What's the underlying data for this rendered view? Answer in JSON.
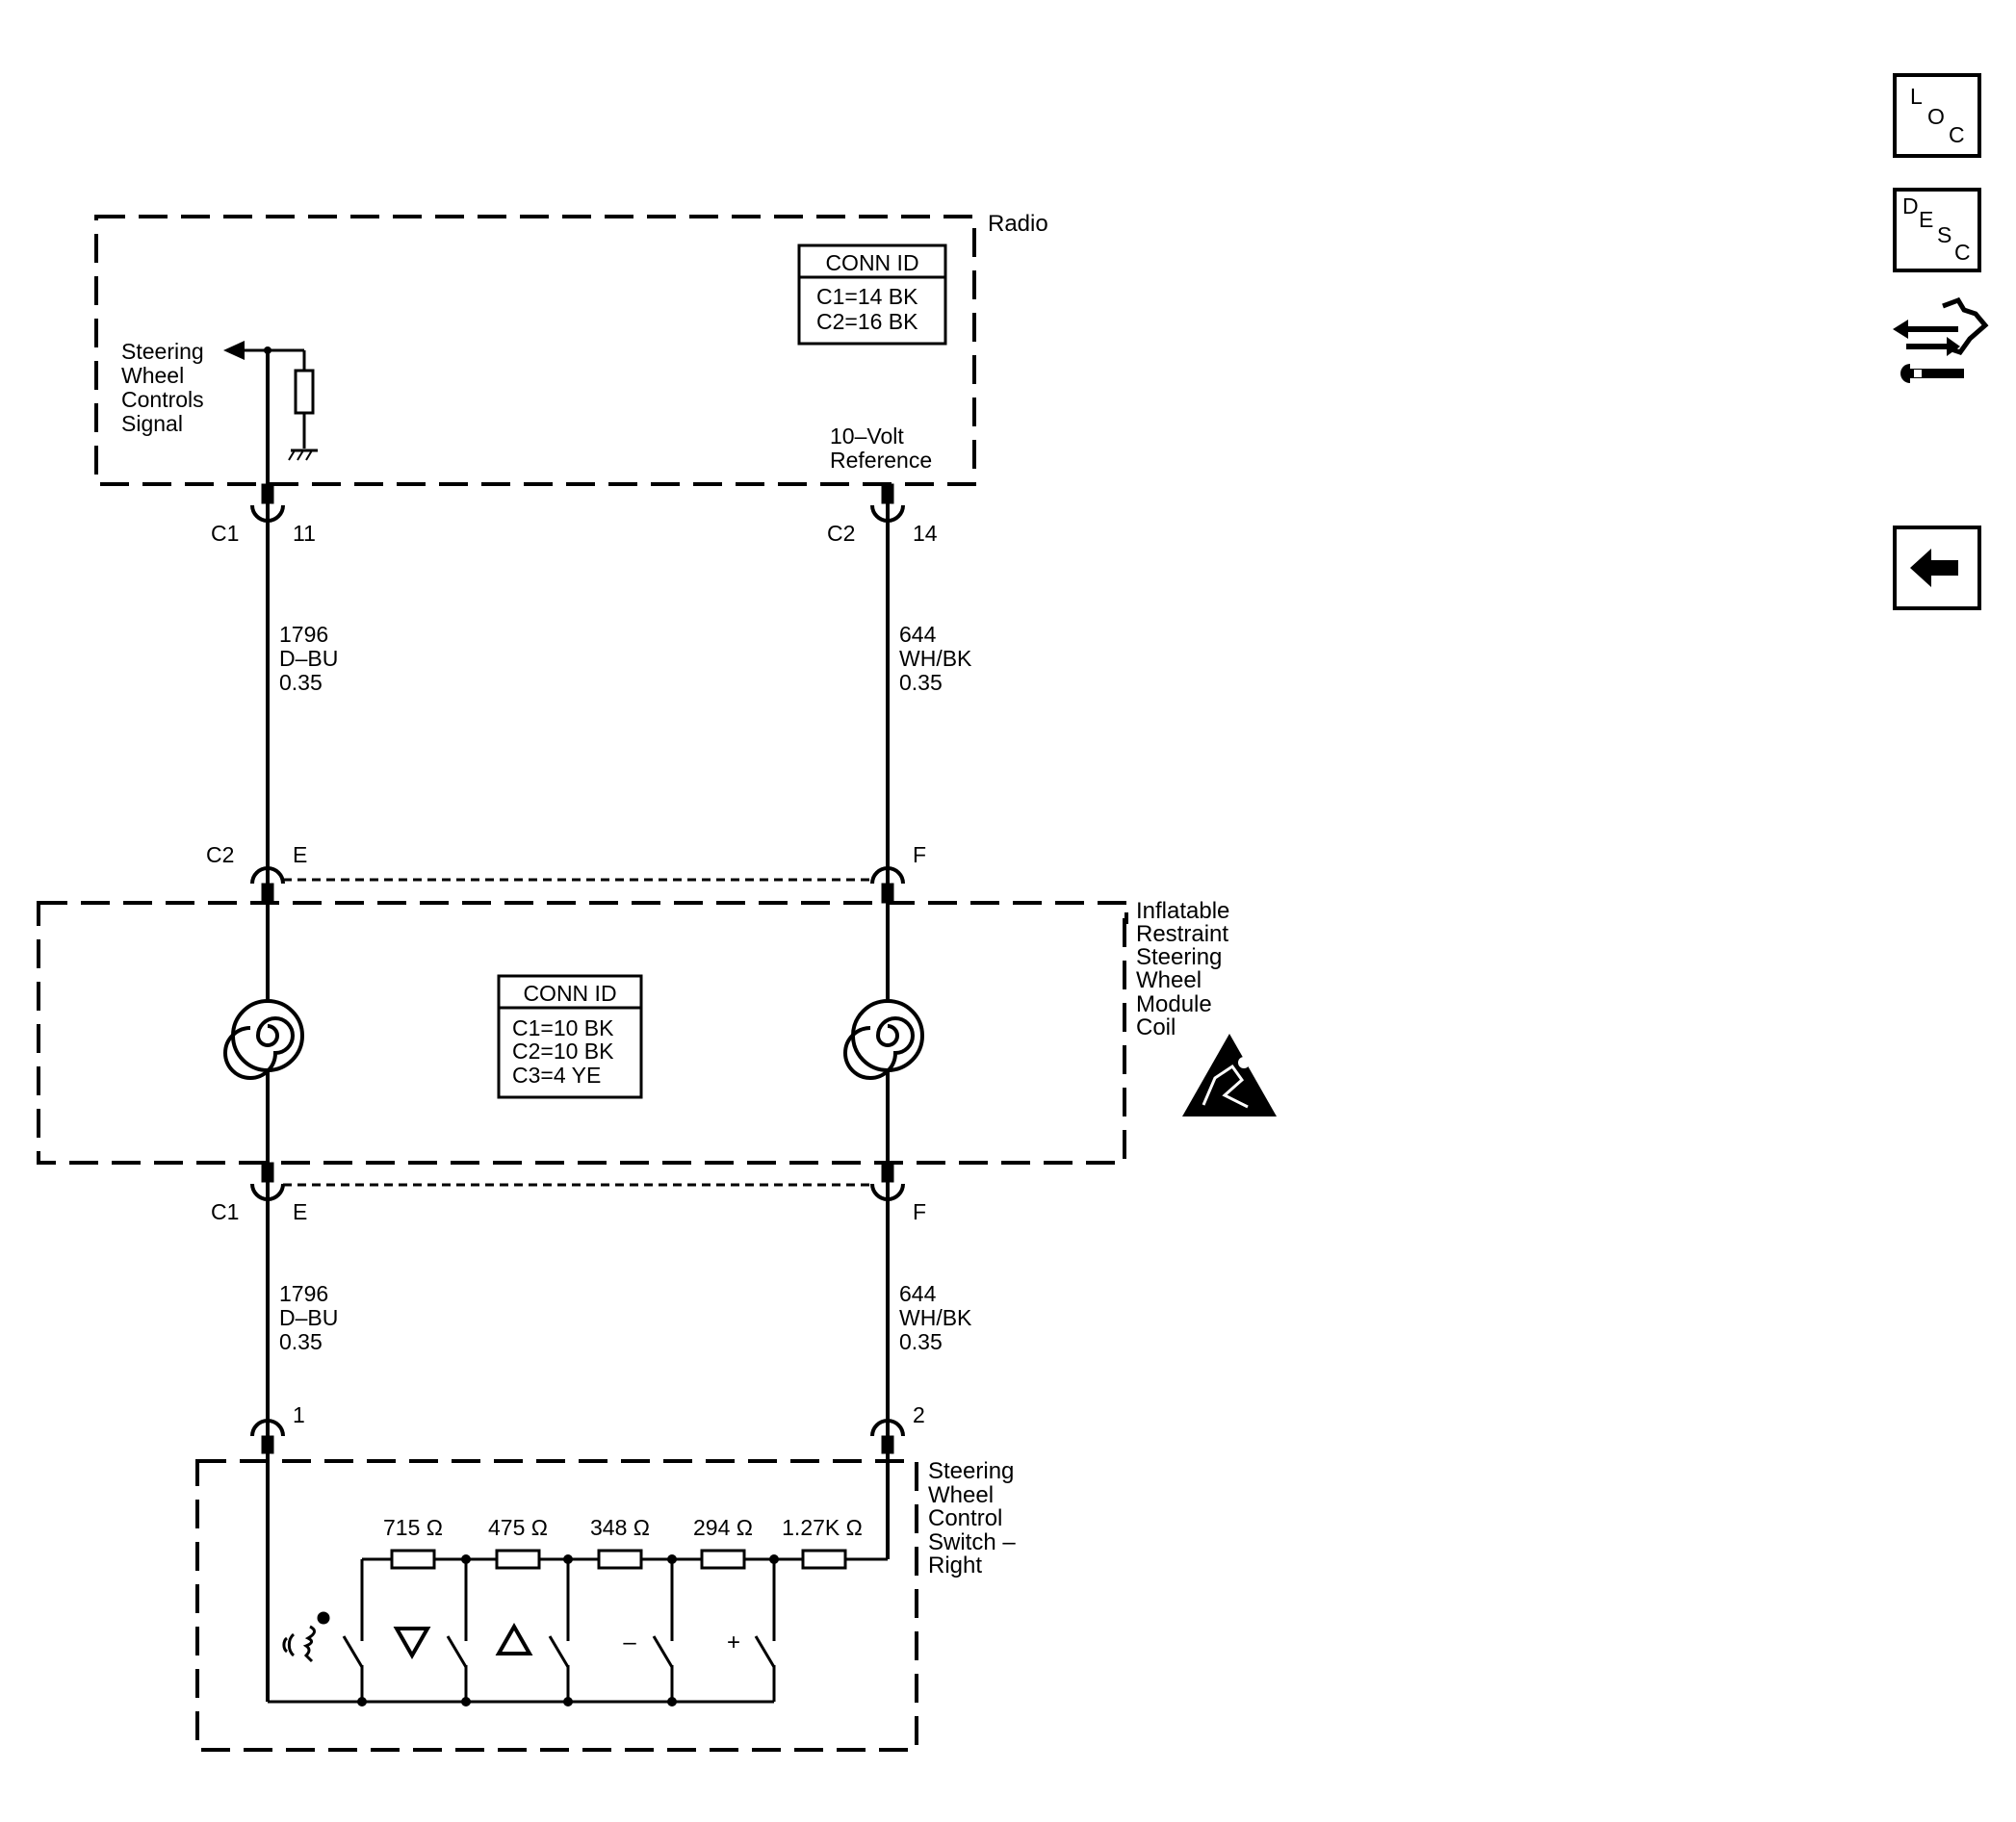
{
  "radio": {
    "name": "Radio",
    "conn_header": "CONN ID",
    "conn_c1": "C1=14 BK",
    "conn_c2": "C2=16 BK",
    "signal_l1": "Steering",
    "signal_l2": "Wheel",
    "signal_l3": "Controls",
    "signal_l4": "Signal",
    "ref_l1": "10–Volt",
    "ref_l2": "Reference"
  },
  "upper": {
    "left_conn": "C1",
    "left_pin": "11",
    "right_conn": "C2",
    "right_pin": "14"
  },
  "wire_left": {
    "circuit": "1796",
    "color": "D–BU",
    "gauge": "0.35"
  },
  "wire_right": {
    "circuit": "644",
    "color": "WH/BK",
    "gauge": "0.35"
  },
  "coil_top": {
    "conn": "C2",
    "left_pin": "E",
    "right_pin": "F"
  },
  "coil": {
    "name_l1": "Inflatable",
    "name_l2": "Restraint",
    "name_l3": "Steering",
    "name_l4": "Wheel",
    "name_l5": "Module",
    "name_l6": "Coil",
    "conn_header": "CONN ID",
    "conn_c1": "C1=10 BK",
    "conn_c2": "C2=10 BK",
    "conn_c3": "C3=4 YE"
  },
  "coil_bottom": {
    "conn": "C1",
    "left_pin": "E",
    "right_pin": "F"
  },
  "switch": {
    "left_pin": "1",
    "right_pin": "2",
    "name_l1": "Steering",
    "name_l2": "Wheel",
    "name_l3": "Control",
    "name_l4": "Switch –",
    "name_l5": "Right",
    "r1": "715 Ω",
    "r2": "475 Ω",
    "r3": "348 Ω",
    "r4": "294 Ω",
    "r5": "1.27K Ω",
    "btn_minus": "–",
    "btn_plus": "+"
  },
  "side_icons": {
    "loc": {
      "l1": "L",
      "l2": "O",
      "l3": "C"
    },
    "desc": {
      "l1": "D",
      "l2": "E",
      "l3": "S",
      "l4": "C"
    },
    "connector_icon": "connector-end-view-icon",
    "back_icon": "back-arrow-icon"
  }
}
